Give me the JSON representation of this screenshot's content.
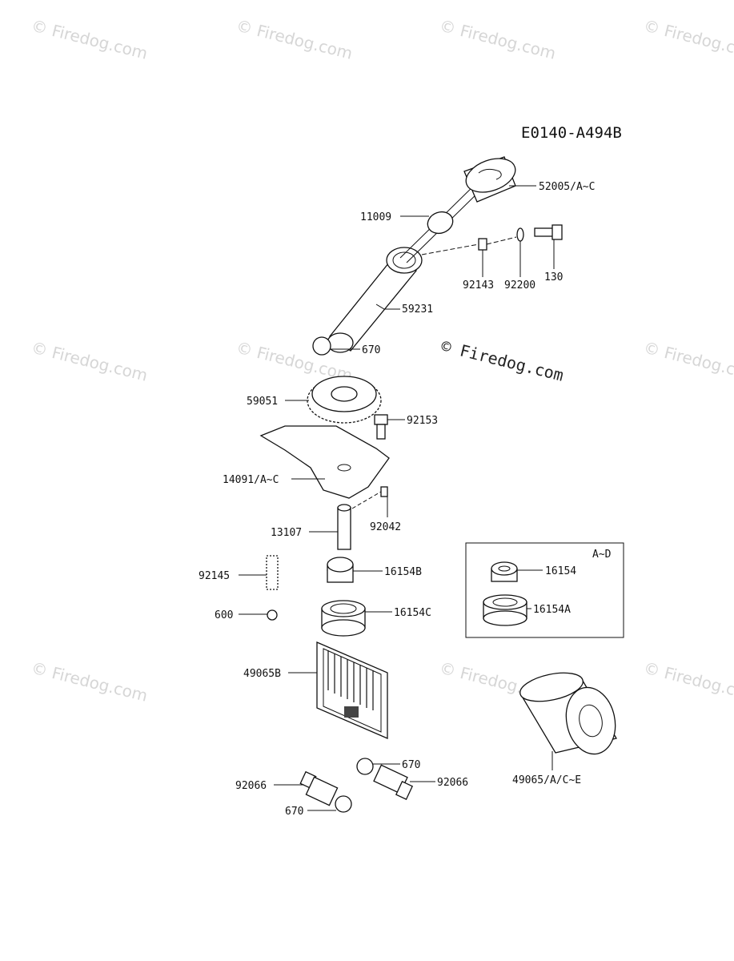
{
  "diagram_code": "E0140-A494B",
  "watermark": "© Firedog.com",
  "inset_box_label": "A~D",
  "labels": {
    "dipstick_cap": "52005/A~C",
    "oring_11009": "11009",
    "collar_92143": "92143",
    "washer_92200": "92200",
    "bolt_130": "130",
    "tube_59231": "59231",
    "oring_670_top": "670",
    "gear_59051": "59051",
    "bolt_92153": "92153",
    "plate_14091": "14091/A~C",
    "pin_92042": "92042",
    "shaft_13107": "13107",
    "spring_92145": "92145",
    "rotor_16154B": "16154B",
    "ball_600": "600",
    "rotor_16154C": "16154C",
    "inset_16154": "16154",
    "inset_16154A": "16154A",
    "screen_49065B": "49065B",
    "oring_670_mid": "670",
    "fitting_92066_left": "92066",
    "fitting_92066_right": "92066",
    "oring_670_bottom": "670",
    "filter_49065": "49065/A/C~E"
  }
}
